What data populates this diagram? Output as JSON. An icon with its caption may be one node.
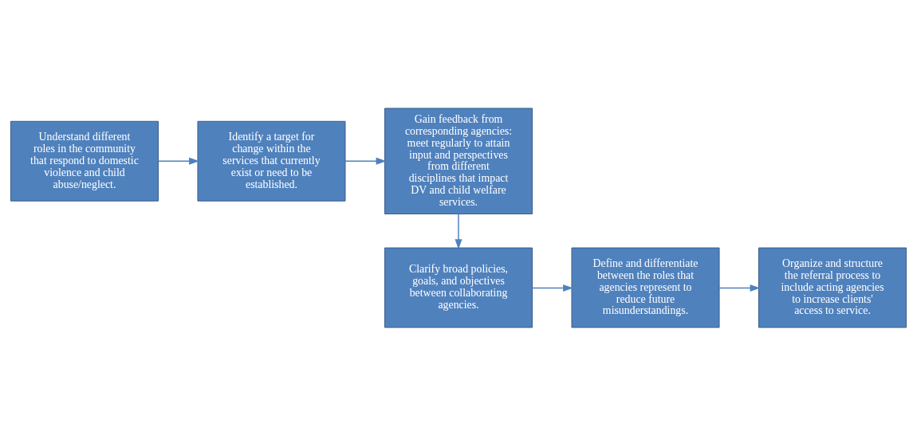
{
  "diagram": {
    "nodes": [
      {
        "text": [
          "Understand different roles in the community that respond to domestic violence and child abuse/neglect."
        ]
      },
      {
        "text": [
          "Identify a target for change within the services that currently exist or need to be established."
        ]
      },
      {
        "text": [
          "Gain feedback from corresponding agencies: meet regularly to attain input and perspectives from different disciplines that impact DV and child welfare services."
        ]
      },
      {
        "text": [
          "Clarify broad policies, goals, and objectives between collaborating agencies."
        ]
      },
      {
        "text": [
          "Define and differentiate between the roles that agencies represent to reduce future misunderstandings."
        ]
      },
      {
        "text": [
          "Organize and structure the referral process to include acting agencies to increase clients' access to service."
        ]
      }
    ],
    "edges": [
      {
        "from": 0,
        "to": 1,
        "arrow": "to"
      },
      {
        "from": 1,
        "to": 2,
        "arrow": "to"
      },
      {
        "from": 2,
        "to": 3,
        "arrow": "to"
      },
      {
        "from": 3,
        "to": 4,
        "arrow": "to"
      },
      {
        "from": 4,
        "to": 5,
        "arrow": "to"
      }
    ]
  }
}
